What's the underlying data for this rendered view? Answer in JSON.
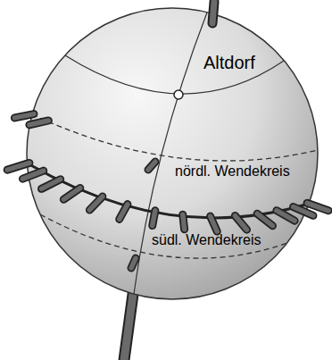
{
  "diagram": {
    "labels": [
      "Altdorf",
      "nördl. Wendekreis",
      "südl. Wendekreis"
    ]
  }
}
